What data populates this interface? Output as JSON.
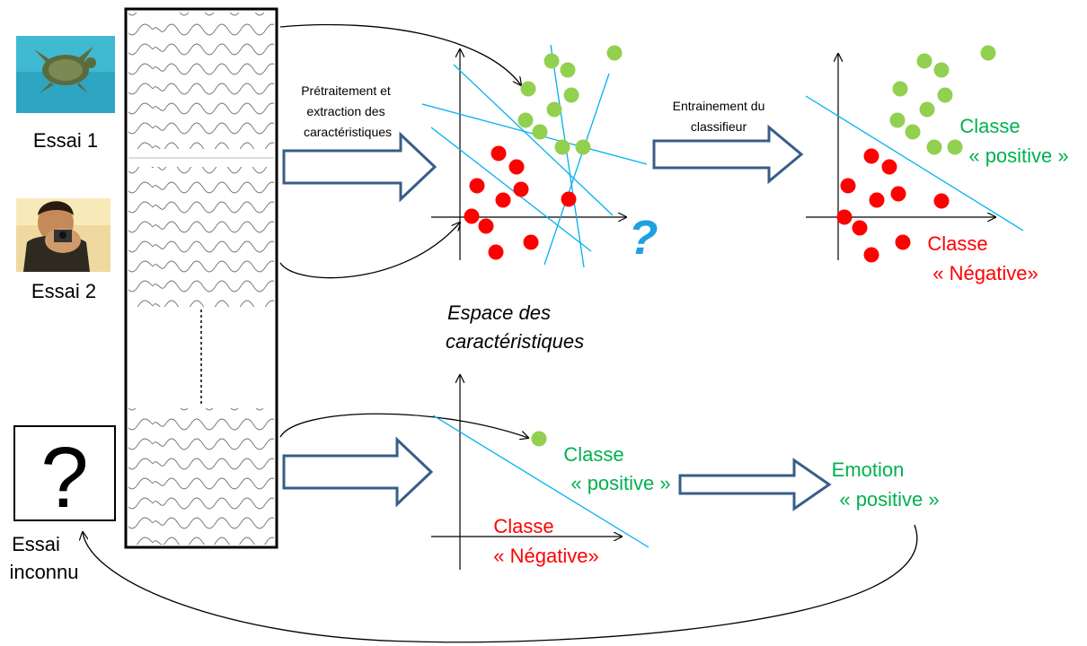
{
  "trials": {
    "trial1_label": "Essai 1",
    "trial2_label": "Essai 2",
    "unknown_line1": "Essai",
    "unknown_line2": "inconnu",
    "unknown_symbol": "?"
  },
  "steps": {
    "preprocess_line1": "Prétraitement et",
    "preprocess_line2": "extraction des",
    "preprocess_line3": "caractéristiques",
    "training_line1": "Entrainement du",
    "training_line2": "classifieur"
  },
  "feature_space": {
    "line1": "Espace des",
    "line2": "caractéristiques",
    "question_mark": "?"
  },
  "classes": {
    "positive_title": "Classe",
    "positive_name": "« positive »",
    "negative_title": "Classe",
    "negative_name": "« Négative»",
    "test_positive_title": "Classe",
    "test_positive_name": "« positive »",
    "test_negative_title": "Classe",
    "test_negative_name": "« Négative»"
  },
  "result": {
    "line1": "Emotion",
    "line2": "« positive »"
  },
  "colors": {
    "positive": "#92d050",
    "negative": "#ff0000",
    "positive_text": "#00b050",
    "boundary": "#00b0f0",
    "arrow_outline": "#385d8a",
    "question": "#1fa0e0"
  }
}
